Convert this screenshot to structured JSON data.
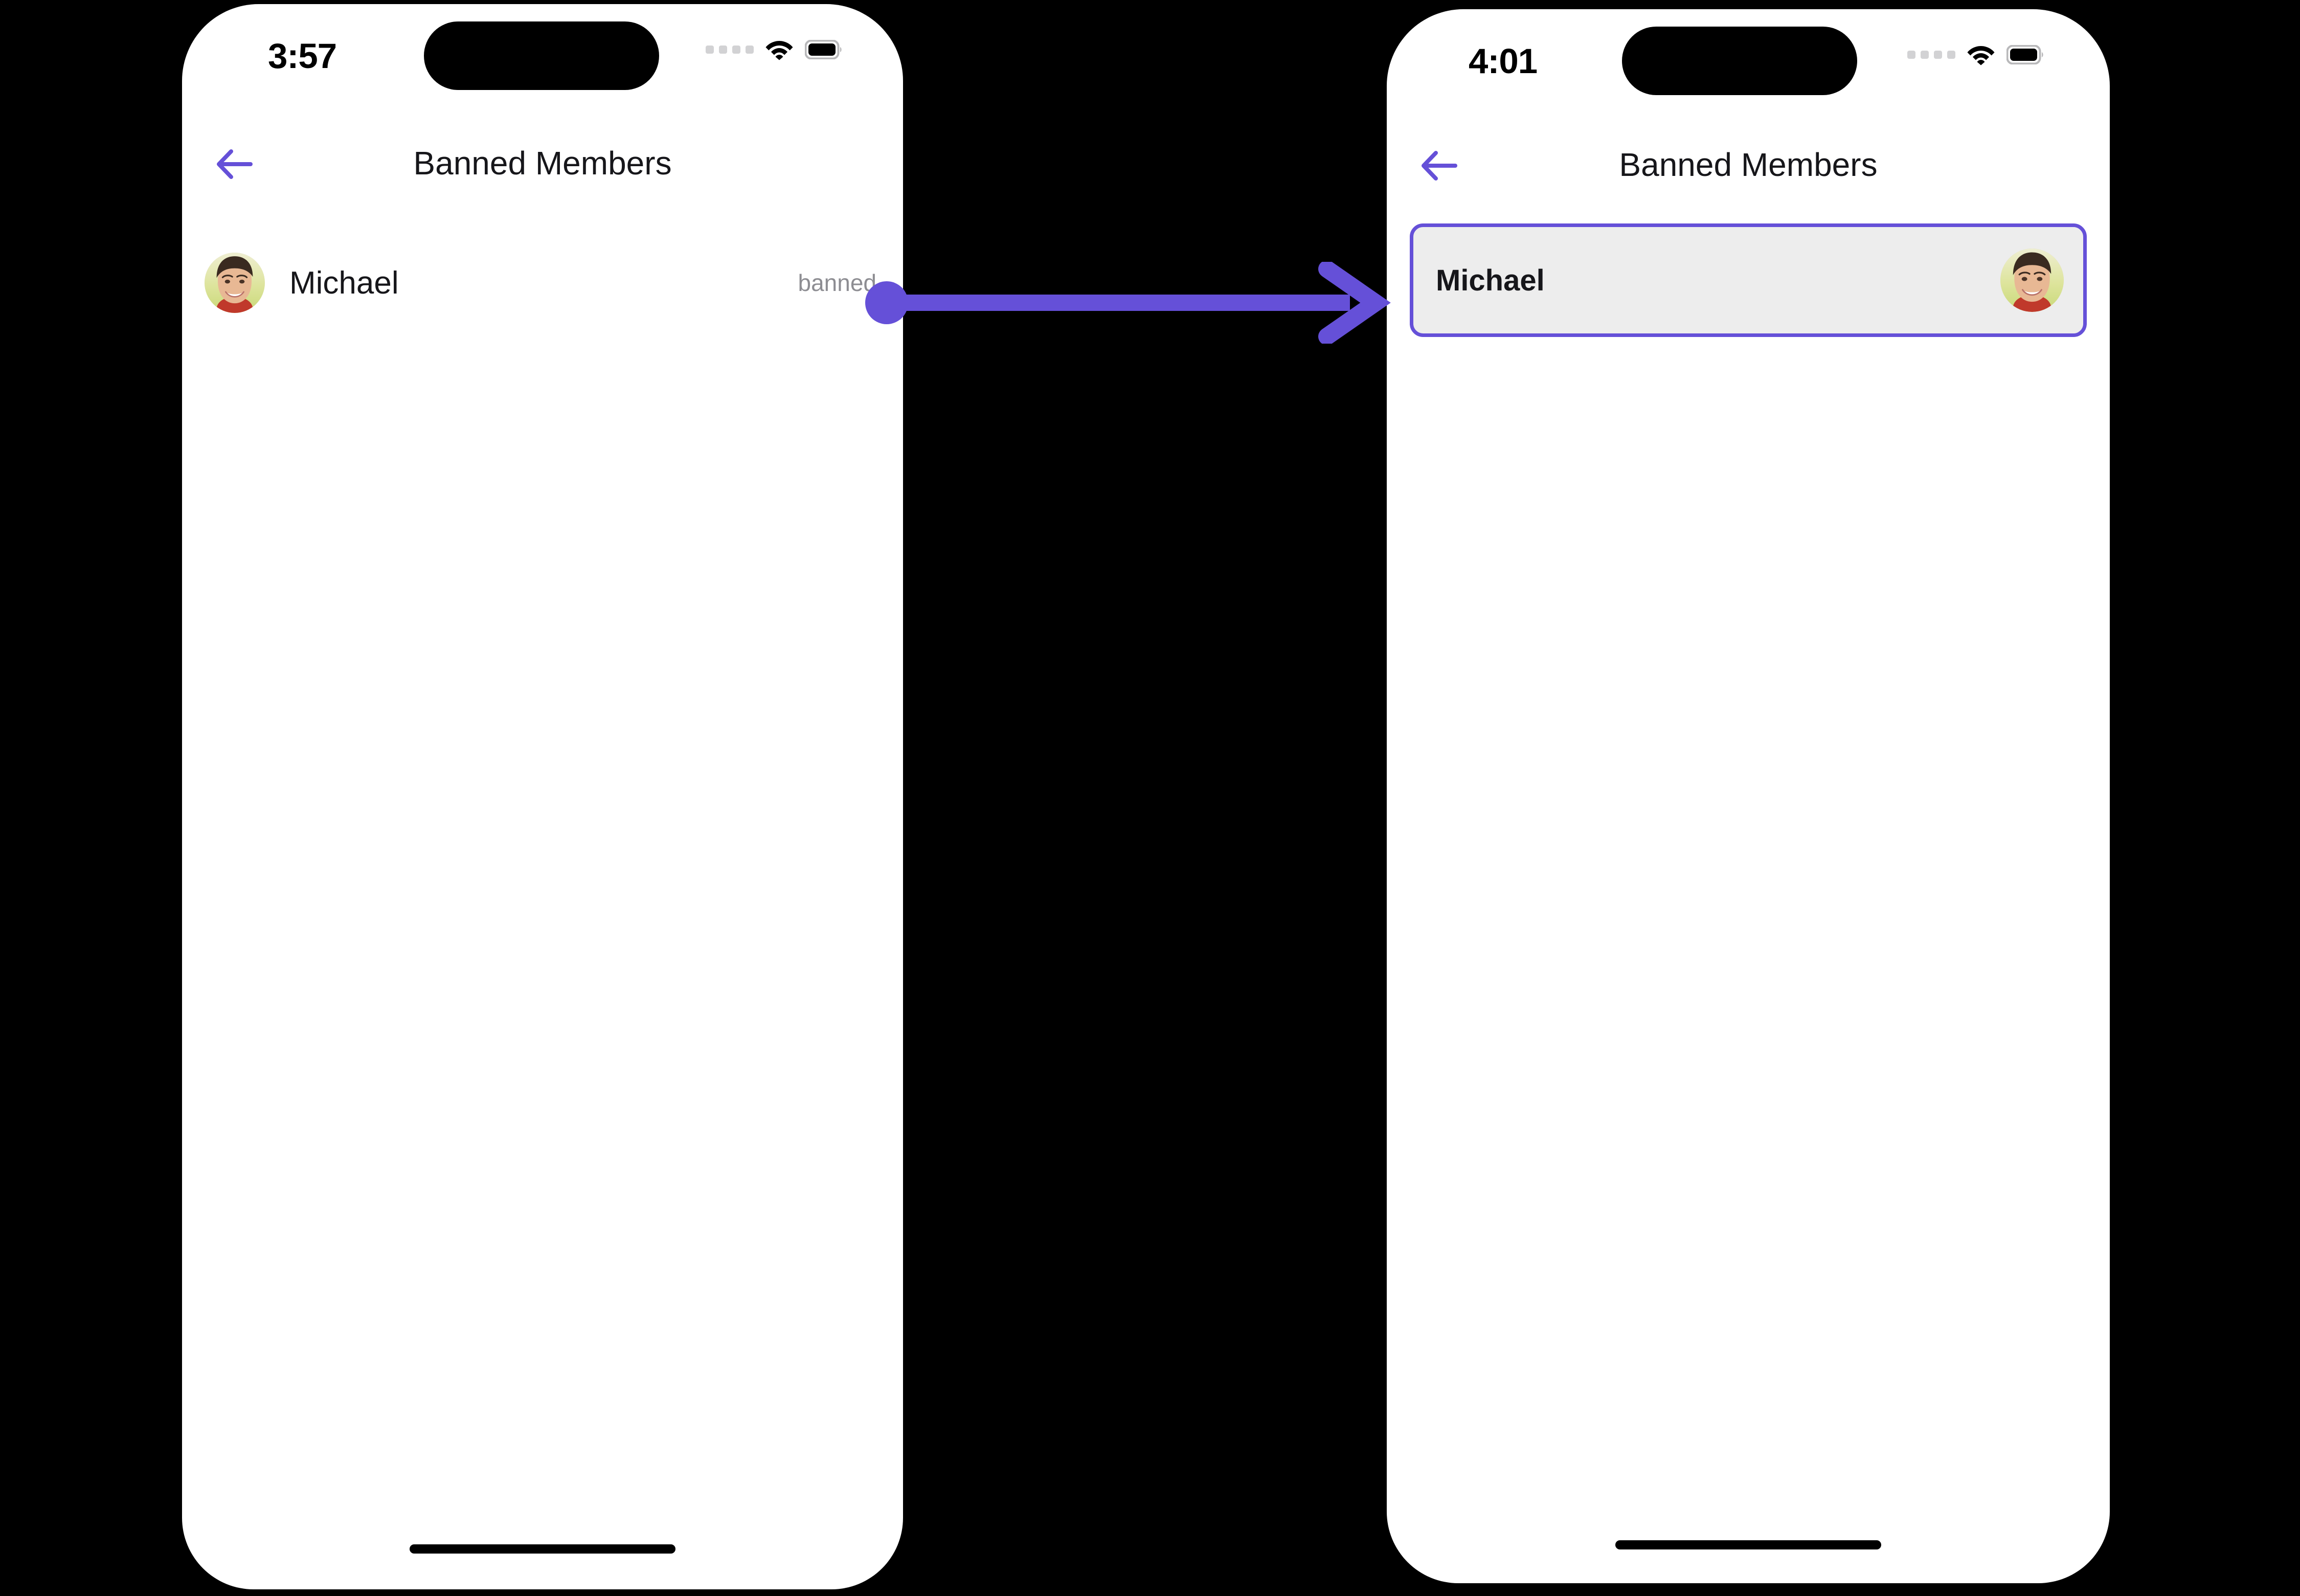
{
  "theme": {
    "accent": "#6550D8",
    "page_background": "#000000",
    "screen_background": "#FFFFFF",
    "highlight_fill": "#EDEDED",
    "muted_text": "#8D8D92",
    "primary_text": "#16161A"
  },
  "screens": [
    {
      "id": "before",
      "status_bar": {
        "time": "3:57",
        "cellular_icon": "cellular-dots-icon",
        "wifi_icon": "wifi-icon",
        "battery_icon": "battery-full-icon"
      },
      "nav": {
        "back_icon": "arrow-left-icon",
        "title": "Banned Members"
      },
      "list": [
        {
          "avatar_icon": "user-avatar-photo",
          "name": "Michael",
          "status": "banned"
        }
      ],
      "home_indicator": "home-indicator"
    },
    {
      "id": "after",
      "status_bar": {
        "time": "4:01",
        "cellular_icon": "cellular-dots-icon",
        "wifi_icon": "wifi-icon",
        "battery_icon": "battery-full-icon"
      },
      "nav": {
        "back_icon": "arrow-left-icon",
        "title": "Banned Members"
      },
      "highlighted_item": {
        "name": "Michael",
        "avatar_icon": "user-avatar-photo"
      },
      "home_indicator": "home-indicator"
    }
  ],
  "annotation": {
    "type": "flow-arrow",
    "icon": "arrow-right-icon",
    "color": "#6550D8",
    "from": "banned-status-label",
    "to": "highlighted-member-row"
  }
}
